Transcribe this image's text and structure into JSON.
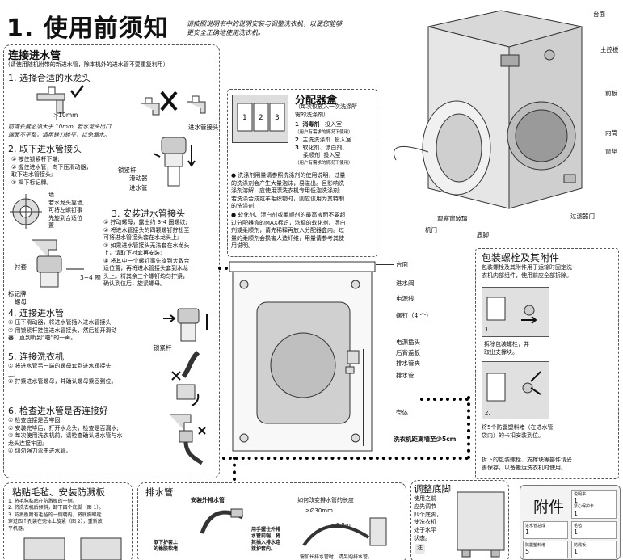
{
  "header": {
    "title": "1. 使用前须知",
    "note_line1": "请按照说明书中的说明安装与调整洗衣机，以便您能够",
    "note_line2": "更安全正确地使用洗衣机。"
  },
  "inlet": {
    "title": "连接进水管",
    "subtitle": "(请使用随机附带的新进水管，除本机外的进水管不要重复利用）",
    "s1_title": "1. 选择合适的水龙头",
    "s1_dim": ">10mm",
    "s1_note1": "前端长度必须大于 10mm, 若水龙头出口",
    "s1_note2": "端面不平整，请用锉刀锉平，以免漏水。",
    "s1_label_connector": "进水管接头",
    "s2_title": "2. 取下进水管接头",
    "s2_steps": [
      "① 按住锁紧杆下端;",
      "② 握住进水管，向下压滑动器，",
      "    取下进水管接头;",
      "③ 揭下标记牌。"
    ],
    "s2_labels": [
      "锁紧杆",
      "滑动器",
      "进水管"
    ],
    "wall_note": [
      "墙",
      "若水龙头靠墙,",
      "可将左螺钉事",
      "先旋到合适位",
      "置"
    ],
    "s3_title": "3. 安装进水管接头",
    "s3_steps": [
      "① 拧动螺母，露出约 3-4 圈螺纹;",
      "② 将进水管接头的四颗螺钉拧松至",
      "可将进水管接头套在水龙头上;",
      "③ 如果进水管接头无法套在水龙头",
      "上，请取下衬套再安装;",
      "④ 将其中一个螺钉事先旋到大致合",
      "适位置，再将进水管接头套到水龙",
      "头上。将其余三个螺钉均匀拧紧，",
      "确认到位后，旋紧螺母。"
    ],
    "s3_labels": [
      "衬套",
      "3~4 圈",
      "标记牌",
      "螺母"
    ],
    "s4_title": "4. 连接进水管",
    "s4_steps": [
      "① 压下滑动器，将进水管插入进水管接头;",
      "② 用锁紧杆挂住进水管接头，然后松开滑动",
      "器，直到听到“啪”的一声。"
    ],
    "s4_label": "锁紧杆",
    "s5_title": "5. 连接洗衣机",
    "s5_steps": [
      "① 将进水管另一端的螺母套到进水阀接头",
      "上;",
      "② 拧紧进水管螺母，并确认螺母紧固到位。"
    ],
    "s6_title": "6. 检查进水管是否连接好",
    "s6_steps": [
      "① 检查连接是否牢固;",
      "② 安装完毕后，打开水龙头，检查是否漏水;",
      "③ 每次使用洗衣机前，请检查确认进水管与水",
      "龙头连接牢固;",
      "④ 切勿强力弯曲进水管。"
    ]
  },
  "dispenser": {
    "title": "分配器盒",
    "subtitle1": "（每次仅放入一次洗涤所",
    "subtitle2": "需的洗涤剂）",
    "item1_num": "1",
    "item1_text": "消毒剂",
    "item1_place": "投入室",
    "item1_note": "（用户有需求的情况下使用）",
    "item2_num": "2",
    "item2_text": "主洗洗涤剂",
    "item2_place": "投入室",
    "item3_num": "3",
    "item3_text1": "软化剂、漂白剂、",
    "item3_text2": "柔顺剂",
    "item3_place": "投入室",
    "item3_note": "（用户有需求的情况下使用）",
    "bullet1": [
      "● 洗涤剂用量请参照洗涤剂的使用说明，过量",
      "的洗涤剂会产生大量泡沫，易溢出。且影响洗",
      "涤剂溶解，应使用漂洗衣机专用低泡洗涤剂;",
      "若洗涤合成或羊毛织物时，则应该用为其特制",
      "的洗涤剂;"
    ],
    "bullet2": [
      "● 软化剂、漂白剂或柔顺剂的最高液面不要超",
      "过分配器盒的MAX标识，浓稠的软化剂、漂白",
      "剂或柔顺剂，请先稀释再放入分配器盒内。过",
      "量的柔顺剂会损害人造纤维，用量请参考其使",
      "用说明。"
    ]
  },
  "machine_front": {
    "labels": [
      "台面",
      "主控板",
      "前板",
      "内筒",
      "窗垫",
      "过滤器门",
      "底脚",
      "机门",
      "观察窗玻璃"
    ]
  },
  "machine_back": {
    "labels": [
      "台面",
      "进水阀",
      "电源线",
      "螺钉（4 个）",
      "电源插头",
      "后背盖板",
      "排水管夹",
      "排水管",
      "壳体",
      "洗衣机距离墙至少5cm"
    ]
  },
  "packing": {
    "title": "包装螺栓及其附件",
    "intro": [
      "包装螺栓及其附件用于运输时固定洗",
      "衣机内部组件，使用前应全部拆除。"
    ],
    "step1_num": "1.",
    "step1_text": [
      "拆除包装螺栓，并",
      "取出支撑块。"
    ],
    "step2_num": "2.",
    "step2_text": [
      "将5个防震塑料堵（在进水管",
      "袋内）的卡扣安装到位。"
    ],
    "footer": [
      "拆下的包装螺栓、支撑块等部件请妥",
      "善保存，以备搬运洗衣机时使用。"
    ]
  },
  "bottom": {
    "felt_title": "粘贴毛毡、安装防溅板",
    "felt_steps": [
      "1. 将毛毡粘贴在防溅板的一侧。",
      "2. 将洗衣机后倾斜，卸下四个底脚（图 1）。",
      "3. 防溅板附有毛毡的一侧朝内，将底脚螺栓",
      "穿过四个孔装在壳体上旋紧（图 2），重新放",
      "平机器。"
    ],
    "drain_title": "排水管",
    "drain_sub": "安装外排水管",
    "drain_note1": [
      "用手握住外排",
      "水管前端，将",
      "其插入排水连",
      "接护套内。"
    ],
    "drain_note2": [
      "取下护套上",
      "的橡胶软堵"
    ],
    "drain_change": "如何改变排水管的长度",
    "drain_dim1": "≥Ø30mm",
    "drain_dim2": "≤1.5m",
    "drain_foot": "需加长排水管时，请另购排水管。",
    "feet_title": "调整底脚",
    "feet_text": [
      "使用之前",
      "应先调节",
      "四个底脚，",
      "使洗衣机",
      "处于水平",
      "状态。"
    ],
    "feet_note": "注",
    "acc_title": "附件",
    "acc_items": [
      {
        "name": "说明书",
        "qty": "1"
      },
      {
        "name": "紧心保护卡",
        "qty": "1"
      },
      {
        "name": "进水管总成",
        "qty": "1"
      },
      {
        "name": "毛毡",
        "qty": "1"
      },
      {
        "name": "防震塑料堵",
        "qty": "5"
      },
      {
        "name": "防溅板",
        "qty": "1"
      }
    ]
  }
}
